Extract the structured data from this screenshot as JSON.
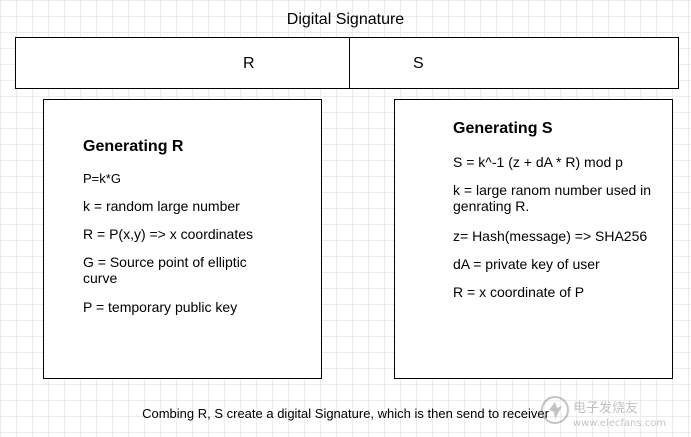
{
  "diagram": {
    "title": "Digital Signature",
    "bar": {
      "left_label": "R",
      "right_label": "S"
    },
    "box_r": {
      "heading": "Generating R",
      "lines": [
        "P=k*G",
        "k = random large number",
        "R = P(x,y) => x coordinates",
        "G = Source point of elliptic curve",
        "P = temporary public key"
      ]
    },
    "box_s": {
      "heading": "Generating S",
      "lines": [
        "S = k^-1 (z + dA * R) mod p",
        "k = large ranom number used in genrating R.",
        "z= Hash(message) => SHA256",
        "dA = private key of user",
        "R = x coordinate of P"
      ]
    },
    "footer": "Combing R, S create a digital Signature, which is then send to receiver",
    "watermark": "电子发烧友 www.elecfans.com"
  }
}
